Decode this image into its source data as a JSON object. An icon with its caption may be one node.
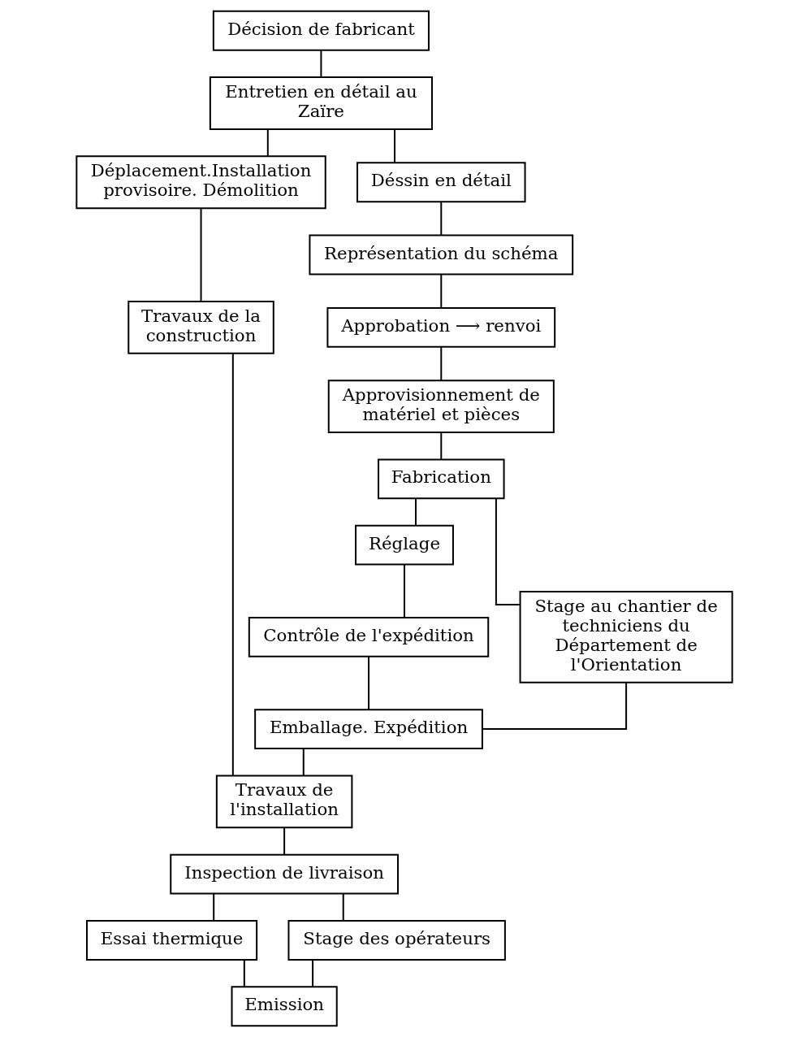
{
  "diagram": {
    "nodes": [
      {
        "text": [
          "Décision de fabricant"
        ]
      },
      {
        "text": [
          "Entretien en détail au Zaïre"
        ]
      },
      {
        "text": [
          "Déplacement.Installation provisoire. Démolition"
        ]
      },
      {
        "text": [
          "Déssin en détail"
        ]
      },
      {
        "text": [
          "Travaux de la construction"
        ]
      },
      {
        "text": [
          "Représentation du schéma"
        ]
      },
      {
        "text": [
          "Approbation ⟶ renvoi"
        ]
      },
      {
        "text": [
          "Approvisionnement de matériel et pièces"
        ]
      },
      {
        "text": [
          "Fabrication"
        ]
      },
      {
        "text": [
          "Réglage"
        ]
      },
      {
        "text": [
          "Stage au chantier de techniciens du Département de l'Orientation"
        ]
      },
      {
        "text": [
          "Contrôle de l'expédition"
        ]
      },
      {
        "text": [
          "Emballage. Expédition"
        ]
      },
      {
        "text": [
          "Travaux de l'installation"
        ]
      },
      {
        "text": [
          "Inspection de livraison"
        ]
      },
      {
        "text": [
          "Essai thermique"
        ]
      },
      {
        "text": [
          "Stage des opérateurs"
        ]
      },
      {
        "text": [
          "Emission"
        ]
      }
    ],
    "edges": [
      {
        "from": 0,
        "to": 1,
        "arrow": "none"
      },
      {
        "from": 1,
        "to": 2,
        "arrow": "none"
      },
      {
        "from": 1,
        "to": 3,
        "arrow": "none"
      },
      {
        "from": 2,
        "to": 4,
        "arrow": "none"
      },
      {
        "from": 3,
        "to": 5,
        "arrow": "none"
      },
      {
        "from": 5,
        "to": 6,
        "arrow": "none"
      },
      {
        "from": 6,
        "to": 7,
        "arrow": "none"
      },
      {
        "from": 7,
        "to": 8,
        "arrow": "none"
      },
      {
        "from": 8,
        "to": 9,
        "arrow": "none"
      },
      {
        "from": 8,
        "to": 10,
        "arrow": "none"
      },
      {
        "from": 9,
        "to": 11,
        "arrow": "none"
      },
      {
        "from": 11,
        "to": 12,
        "arrow": "none"
      },
      {
        "from": 10,
        "to": 12,
        "arrow": "none"
      },
      {
        "from": 4,
        "to": 13,
        "arrow": "none"
      },
      {
        "from": 12,
        "to": 13,
        "arrow": "none"
      },
      {
        "from": 13,
        "to": 14,
        "arrow": "none"
      },
      {
        "from": 14,
        "to": 15,
        "arrow": "none"
      },
      {
        "from": 14,
        "to": 16,
        "arrow": "none"
      },
      {
        "from": 15,
        "to": 17,
        "arrow": "none"
      },
      {
        "from": 16,
        "to": 17,
        "arrow": "none"
      }
    ]
  }
}
